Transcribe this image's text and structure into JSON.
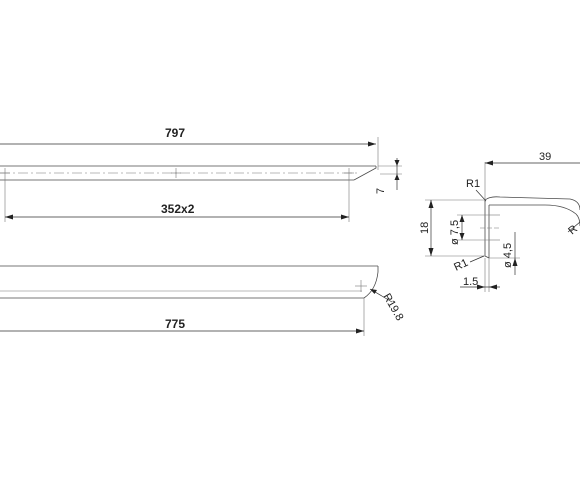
{
  "drawing": {
    "front_view": {
      "overall_length": "797",
      "hole_spacing": "352x2",
      "end_height": "7"
    },
    "plan_view": {
      "length": "775",
      "end_radius": "R19.8"
    },
    "section_view": {
      "depth": "39",
      "top_radius": "R1",
      "height": "18",
      "counterbore_dia": "ø 7,5",
      "bottom_radius": "R1",
      "hole_dia": "ø 4,5",
      "offset": "1.5",
      "lip_radius": "R"
    }
  }
}
